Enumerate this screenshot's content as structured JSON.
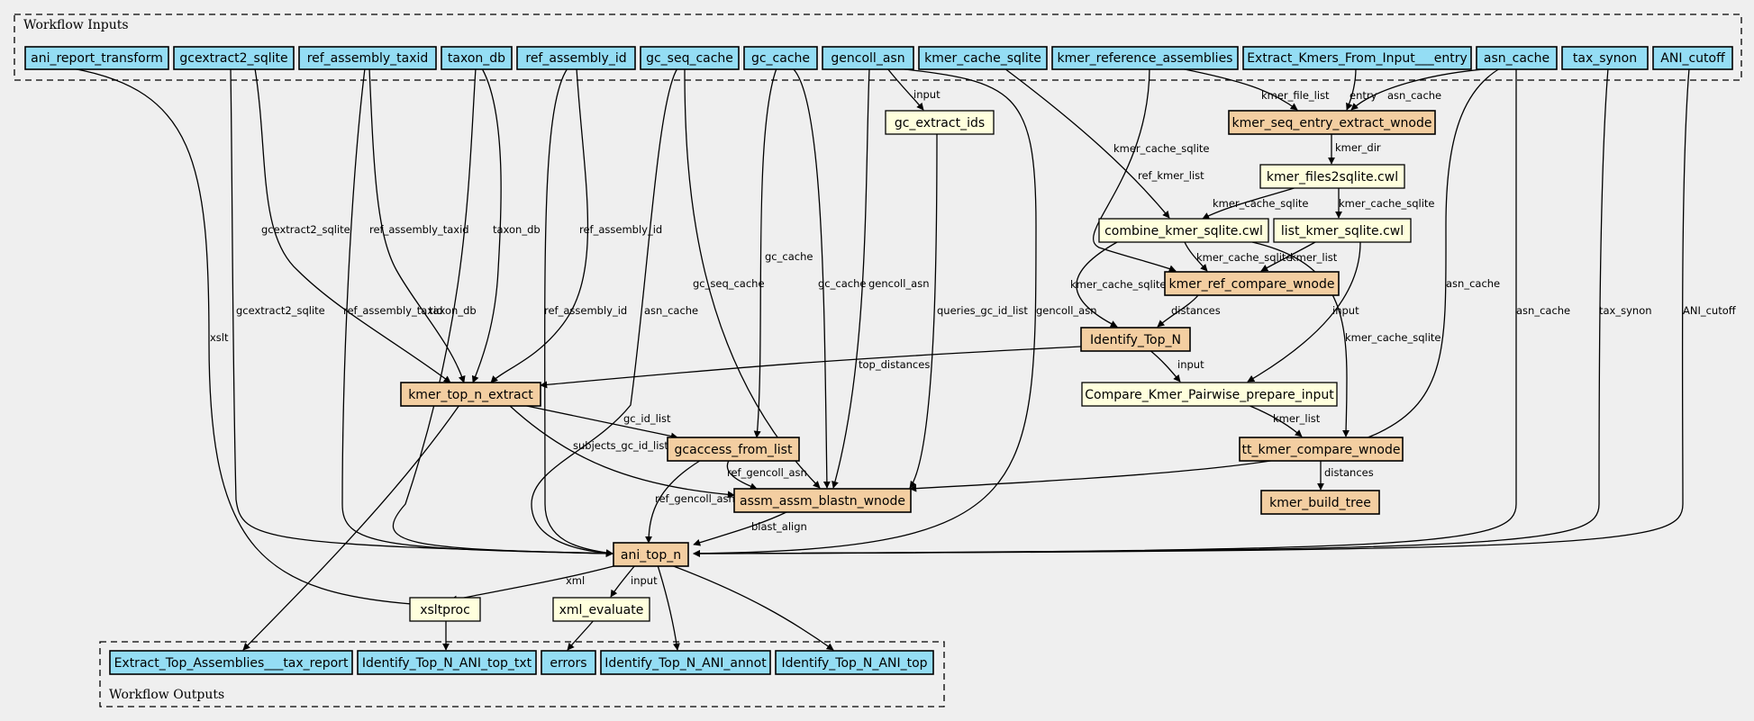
{
  "clusters": {
    "inputs_label": "Workflow Inputs",
    "outputs_label": "Workflow Outputs"
  },
  "colors": {
    "io_node": "#94ddf4",
    "step_node": "#ffffdd",
    "subworkflow_node": "#f3cea1",
    "background": "#efefef"
  },
  "nodes": {
    "ani_report_transform": "ani_report_transform",
    "gcextract2_sqlite": "gcextract2_sqlite",
    "ref_assembly_taxid": "ref_assembly_taxid",
    "taxon_db": "taxon_db",
    "ref_assembly_id": "ref_assembly_id",
    "gc_seq_cache": "gc_seq_cache",
    "gc_cache": "gc_cache",
    "gencoll_asn": "gencoll_asn",
    "kmer_cache_sqlite": "kmer_cache_sqlite",
    "kmer_reference_assemblies": "kmer_reference_assemblies",
    "extract_kmers_entry": "Extract_Kmers_From_Input___entry",
    "asn_cache": "asn_cache",
    "tax_synon": "tax_synon",
    "ani_cutoff": "ANI_cutoff",
    "gc_extract_ids": "gc_extract_ids",
    "kmer_seq_entry_extract_wnode": "kmer_seq_entry_extract_wnode",
    "kmer_files2sqlite": "kmer_files2sqlite.cwl",
    "combine_kmer_sqlite": "combine_kmer_sqlite.cwl",
    "list_kmer_sqlite": "list_kmer_sqlite.cwl",
    "kmer_ref_compare_wnode": "kmer_ref_compare_wnode",
    "identify_top_n": "Identify_Top_N",
    "kmer_top_n_extract": "kmer_top_n_extract",
    "compare_kmer_pairwise": "Compare_Kmer_Pairwise_prepare_input",
    "gcaccess_from_list": "gcaccess_from_list",
    "tt_kmer_compare_wnode": "tt_kmer_compare_wnode",
    "assm_assm_blastn_wnode": "assm_assm_blastn_wnode",
    "kmer_build_tree": "kmer_build_tree",
    "ani_top_n": "ani_top_n",
    "xsltproc": "xsltproc",
    "xml_evaluate": "xml_evaluate",
    "out_tax_report": "Extract_Top_Assemblies___tax_report",
    "out_top_txt": "Identify_Top_N_ANI_top_txt",
    "out_errors": "errors",
    "out_annot": "Identify_Top_N_ANI_annot",
    "out_top": "Identify_Top_N_ANI_top"
  },
  "edge_labels": {
    "input": "input",
    "kmer_file_list": "kmer_file_list",
    "entry": "entry",
    "asn_cache": "asn_cache",
    "kmer_dir": "kmer_dir",
    "kmer_cache_sqlite": "kmer_cache_sqlite",
    "ref_kmer_list": "ref_kmer_list",
    "kmer_list": "kmer_list",
    "distances": "distances",
    "gcextract2_sqlite": "gcextract2_sqlite",
    "ref_assembly_taxid": "ref_assembly_taxid",
    "taxon_db": "taxon_db",
    "ref_assembly_id": "ref_assembly_id",
    "gc_cache": "gc_cache",
    "gc_seq_cache": "gc_seq_cache",
    "gencoll_asn": "gencoll_asn",
    "queries_gc_id_list": "queries_gc_id_list",
    "xslt": "xslt",
    "tax_synon": "tax_synon",
    "ani_cutoff": "ANI_cutoff",
    "top_distances": "top_distances",
    "gc_id_list": "gc_id_list",
    "subjects_gc_id_list": "subjects_gc_id_list",
    "ref_gencoll_asn": "ref_gencoll_asn",
    "blast_align": "blast_align",
    "xml": "xml"
  }
}
